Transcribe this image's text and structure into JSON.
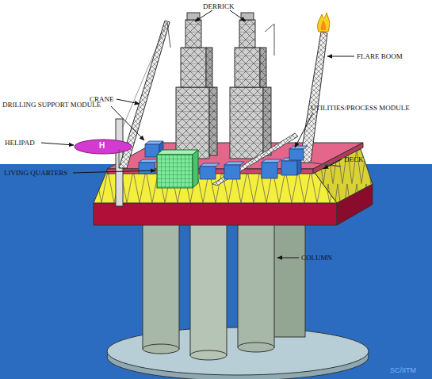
{
  "diagram": {
    "labels": [
      "DERRICK",
      "CRANE",
      "FLARE BOOM",
      "DRILLING SUPPORT MODULE",
      "UTILITIES/PROCESS MODULE",
      "HELIPAD",
      "DECK",
      "LIVING QUARTERS",
      "COLUMN",
      "H",
      "SC/IITM"
    ]
  }
}
